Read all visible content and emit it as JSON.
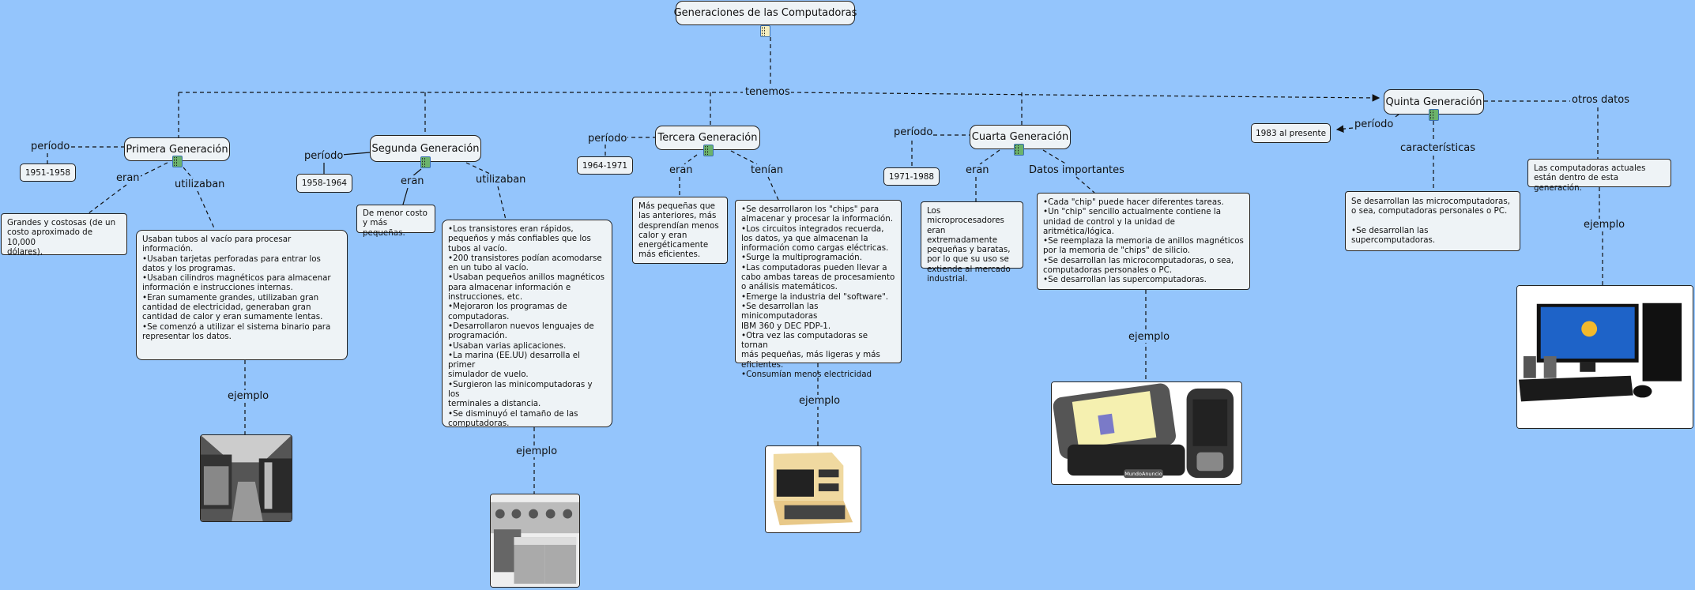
{
  "title": {
    "label": "Generaciones de las Computadoras",
    "icon": "document-icon"
  },
  "root_link": "tenemos",
  "colors": {
    "background": "#94c5fc",
    "node_fill": "#eef3f6",
    "border": "#222222"
  },
  "generations": [
    {
      "name": "Primera Generación",
      "period_label": "período",
      "period": "1951-1958",
      "link1": "eran",
      "text1": "Grandes y costosas (de un\ncosto aproximado de 10,000\n dólares).",
      "link2": "utilizaban",
      "text2": "Usaban tubos al vacío para procesar información.\n•Usaban tarjetas perforadas para entrar los\ndatos y los programas.\n•Usaban cilindros magnéticos para almacenar\n información e instrucciones internas.\n•Eran sumamente grandes, utilizaban gran\ncantidad de electricidad, generaban gran\n cantidad de calor y eran sumamente lentas.\n•Se comenzó a utilizar el sistema binario para\n representar los datos.",
      "example_label": "ejemplo",
      "image": "vacuum-tube-computer-room"
    },
    {
      "name": "Segunda Generación",
      "period_label": "período",
      "period": "1958-1964",
      "link1": "eran",
      "text1": "De menor costo\ny más pequeñas.",
      "link2": "utilizaban",
      "text2": "•Los transistores eran rápidos,\n pequeños y más confiables que los\n tubos al vacío.\n•200 transistores podían acomodarse\nen un tubo al vacío.\n•Usaban pequeños anillos magnéticos\n para almacenar información e\ninstrucciones, etc.\n•Mejoraron los programas de\n computadoras.\n•Desarrollaron nuevos lenguajes de\n programación.\n•Usaban varias aplicaciones.\n•La marina (EE.UU) desarrolla el primer\n simulador de vuelo.\n•Surgieron las minicomputadoras y los\nterminales a distancia.\n•Se disminuyó el tamaño de las\n computadoras.",
      "example_label": "ejemplo",
      "image": "transistor-mainframe"
    },
    {
      "name": "Tercera Generación",
      "period_label": "período",
      "period": "1964-1971",
      "link1": "eran",
      "text1": "Más pequeñas que\nlas anteriores, más\n desprendían menos\ncalor y eran\nenergéticamente\nmás eficientes.",
      "link2": "tenían",
      "text2": "•Se desarrollaron los \"chips\" para\nalmacenar y procesar la información.\n•Los circuitos integrados recuerda,\n los datos, ya que almacenan la\ninformación como cargas eléctricas.\n•Surge la multiprogramación.\n•Las computadoras pueden llevar a\ncabo ambas tareas de procesamiento\no análisis matemáticos.\n•Emerge la industria del \"software\".\n•Se desarrollan las minicomputadoras\nIBM 360 y DEC PDP-1.\n•Otra vez las computadoras se tornan\nmás pequeñas, más ligeras y más\neficientes.\n•Consumían menos electricidad",
      "example_label": "ejemplo",
      "image": "beige-minicomputer"
    },
    {
      "name": "Cuarta Generación",
      "period_label": "período",
      "period": "1971-1988",
      "link1": "eran",
      "text1": "Los microprocesadores\n eran extremadamente\n pequeñas y baratas,\npor lo que su uso se\nextiende al mercado\nindustrial.",
      "link2": "Datos importantes",
      "text2": "  •Cada \"chip\" puede hacer diferentes tareas.\n•Un \"chip\" sencillo actualmente contiene la\nunidad de control y la unidad de aritmética/lógica.\n•Se reemplaza la memoria de anillos magnéticos\npor la memoria de \"chips\" de silicio.\n•Se desarrollan las microcomputadoras, o sea,\n computadoras personales o PC.\n•Se desarrollan las supercomputadoras.",
      "example_label": "ejemplo",
      "image": "smartphones",
      "image_caption": "MundoAnuncio"
    }
  ],
  "fifth": {
    "name": "Quinta Generación",
    "period_label": "período",
    "period": "1983 al presente",
    "link1": "características",
    "text1": "Se desarrollan las microcomputadoras,\no sea, computadoras personales o PC.\n\n•Se desarrollan las supercomputadoras.",
    "link2": "otros datos",
    "text2": "Las computadoras actuales\nestán dentro de esta generación.",
    "example_label": "ejemplo",
    "image": "desktop-pc"
  }
}
